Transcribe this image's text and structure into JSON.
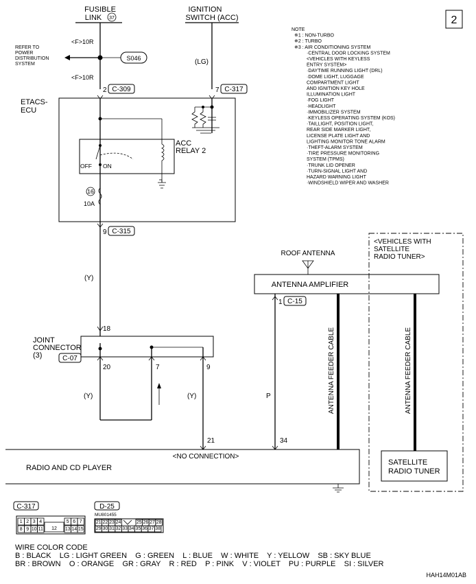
{
  "page_number": "2",
  "top_labels": {
    "fusible_link": [
      "FUSIBLE",
      "LINK"
    ],
    "fusible_link_num": "37",
    "ignition_switch": [
      "IGNITION",
      "SWITCH (ACC)"
    ]
  },
  "refer_to": [
    "REFER TO",
    "POWER",
    "DISTRIBUTION",
    "SYSTEM"
  ],
  "splice": "S046",
  "wire_f10r": "<F>10R",
  "wire_lg": "(LG)",
  "wire_y": "(Y)",
  "wire_p": "P",
  "notes": [
    "NOTE",
    "✵1 : NON-TURBO",
    "✵2 : TURBO",
    "✵3 : AIR CONDITIONING SYSTEM",
    "·CENTRAL DOOR LOCKING SYSTEM",
    "<VEHICLES WITH KEYLESS",
    "ENTRY SYSTEM>",
    "·DAYTIME RUNNING LIGHT (DRL)",
    "·DOME LIGHT, LUGGAGE",
    "COMPARTMENT LIGHT",
    "AND IGNITION KEY HOLE",
    "ILLUMINATION LIGHT",
    "·FOG LIGHT",
    "·HEADLIGHT",
    "·IMMOBILIZER SYSTEM",
    "·KEYLESS OPERATING SYSTEM (KOS)",
    "·TAILLIGHT, POSITION LIGHT,",
    "REAR SIDE MARKER LIGHT,",
    "LICENSE PLATE LIGHT AND",
    "LIGHTING MONITOR TONE ALARM",
    "·THEFT-ALARM SYSTEM",
    "·TIRE PRESSURE MONITORING",
    "SYSTEM (TPMS)",
    "·TRUNK LID OPENER",
    "·TURN-SIGNAL LIGHT AND",
    "HAZARD WARNING LIGHT",
    "·WINDSHIELD WIPER AND WASHER"
  ],
  "etacs": {
    "label": [
      "ETACS-",
      "ECU"
    ],
    "pin_top_left": "2",
    "conn_top_left": "C-309",
    "pin_top_right": "7",
    "conn_top_right": "C-317",
    "relay": [
      "ACC",
      "RELAY 2"
    ],
    "off": "OFF",
    "on": "ON",
    "fuse_num": "16",
    "fuse_amp": "10A",
    "pin_bottom": "9",
    "conn_bottom": "C-315"
  },
  "joint_connector": {
    "label": [
      "JOINT",
      "CONNECTOR",
      "(3)"
    ],
    "conn": "C-07",
    "pin_in": "18",
    "pin_a": "20",
    "pin_b": "7",
    "pin_c": "9"
  },
  "roof_antenna": "ROOF ANTENNA",
  "antenna_amplifier": "ANTENNA AMPLIFIER",
  "amp_pin": "1",
  "amp_conn": "C-15",
  "vehicles_note": [
    "<VEHICLES WITH",
    "SATELLITE",
    "RADIO TUNER>"
  ],
  "feeder_cable": "ANTENNA FEEDER CABLE",
  "radio": {
    "label": "RADIO AND CD PLAYER",
    "no_connection": "<NO CONNECTION>",
    "pin_21": "21",
    "pin_34": "34"
  },
  "satellite_tuner": [
    "SATELLITE",
    "RADIO TUNER"
  ],
  "connectors": {
    "c317": {
      "id": "C-317",
      "row1": [
        "1",
        "2",
        "3",
        "4",
        "5",
        "6",
        "7"
      ],
      "row2": [
        "8",
        "9",
        "10",
        "11",
        "13",
        "14",
        "15"
      ],
      "center": "12"
    },
    "d25": {
      "id": "D-25",
      "part": "MU801455",
      "row1": [
        "21",
        "22",
        "23",
        "24",
        "25",
        "26",
        "27",
        "28"
      ],
      "row2": [
        "29",
        "30",
        "31",
        "32",
        "33",
        "34",
        "35",
        "36",
        "37",
        "38"
      ]
    }
  },
  "wire_color_code": {
    "title": "WIRE COLOR CODE",
    "line1": "B : BLACK    LG : LIGHT GREEN    G : GREEN    L : BLUE    W : WHITE    Y : YELLOW    SB : SKY BLUE",
    "line2": "BR : BROWN    O : ORANGE    GR : GRAY    R : RED    P : PINK    V : VIOLET    PU : PURPLE    SI : SILVER"
  },
  "figure_code": "HAH14M01AB"
}
